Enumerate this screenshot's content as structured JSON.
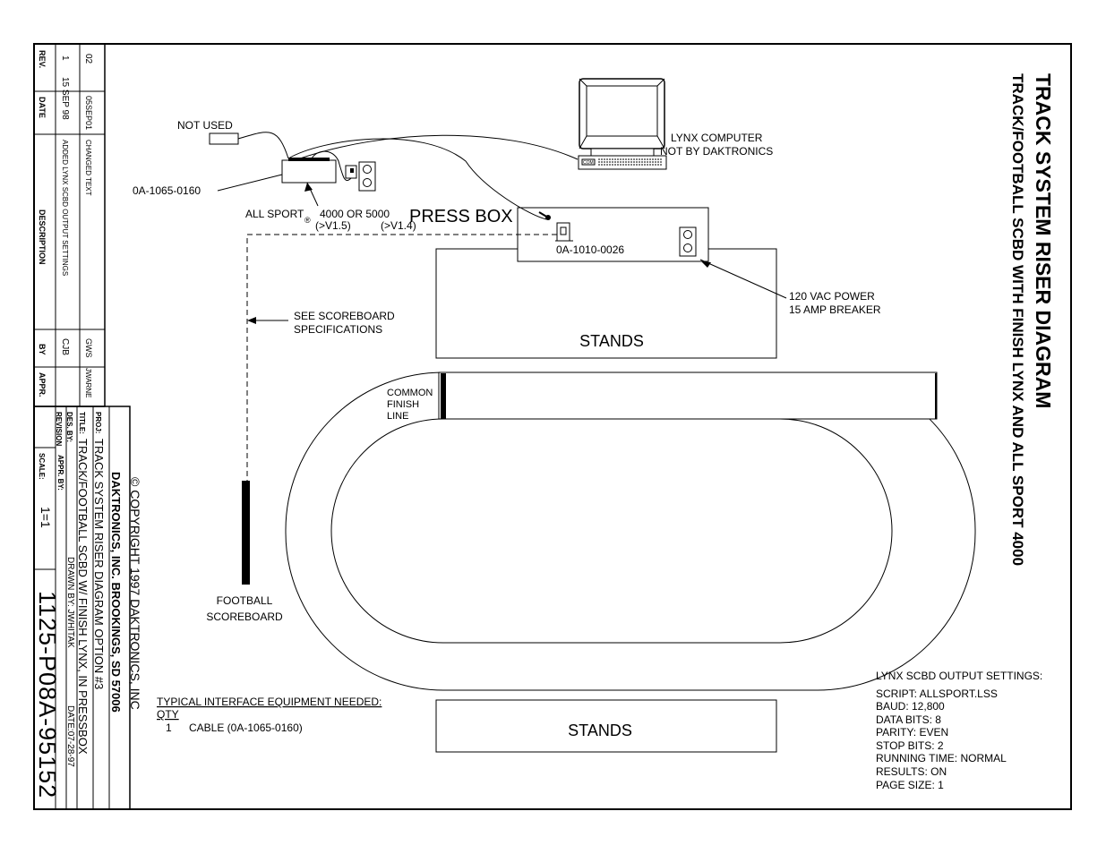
{
  "title": {
    "line1": "TRACK SYSTEM RISER DIAGRAM",
    "line2": "TRACK/FOOTBALL SCBD WITH FINISH LYNX AND ALL SPORT 4000"
  },
  "labels": {
    "not_used": "NOT USED",
    "cable_part": "0A-1065-0160",
    "all_sport_a": "ALL SPORT",
    "registered": "®",
    "all_sport_b": "4000 OR 5000",
    "version_1": "(>V1.5)",
    "version_2": "(>V1.4)",
    "press_box": "PRESS BOX",
    "press_box_part": "0A-1010-0026",
    "computer_1": "LYNX COMPUTER",
    "computer_2": "NOT BY DAKTRONICS",
    "com_port": "COM",
    "power_1": "120 VAC POWER",
    "power_2": "15 AMP BREAKER",
    "see_1": "SEE SCOREBOARD",
    "see_2": "SPECIFICATIONS",
    "stands_top": "STANDS",
    "stands_bottom": "STANDS",
    "finish_1": "COMMON",
    "finish_2": "FINISH",
    "finish_3": "LINE",
    "football_1": "FOOTBALL",
    "football_2": "SCOREBOARD"
  },
  "equipment": {
    "heading": "TYPICAL INTERFACE EQUIPMENT NEEDED:",
    "qty_header": "QTY",
    "items": [
      {
        "qty": "1",
        "desc": "CABLE (0A-1065-0160)"
      }
    ]
  },
  "settings": {
    "heading": "LYNX SCBD OUTPUT SETTINGS:",
    "lines": [
      "SCRIPT: ALLSPORT.LSS",
      "BAUD: 12,800",
      "DATA BITS: 8",
      "PARITY: EVEN",
      "STOP BITS: 2",
      "RUNNING TIME: NORMAL",
      "RESULTS: ON",
      "PAGE SIZE: 1"
    ]
  },
  "revisions": {
    "headers": {
      "rev": "REV.",
      "date": "DATE",
      "desc": "DESCRIPTION",
      "by": "BY",
      "appr": "APPR."
    },
    "rows": [
      {
        "rev": "1",
        "date": "15 SEP 98",
        "desc": "ADDED LYNX SCBD OUTPUT SETTINGS",
        "by": "CJB",
        "appr": ""
      },
      {
        "rev": "02",
        "date": "05SEP01",
        "desc": "CHANGED TEXT",
        "by": "GWS",
        "appr": "JWARNE"
      }
    ]
  },
  "title_block": {
    "copyright": "© COPYRIGHT 1997 DAKTRONICS, INC",
    "company": "DAKTRONICS, INC.  BROOKINGS, SD 57006",
    "proj_label": "PROJ:",
    "proj": "TRACK SYSTEM RISER DIAGRAM OPTION #3",
    "title_label": "TITLE:",
    "title": "TRACK/FOOTBALL SCBD W/ FINISH LYNX, IN PRESSBOX",
    "des_by": "DES. BY:",
    "drawn_by": "DRAWN BY: JWHITAK",
    "date": "DATE:07-28-97",
    "revision": "REVISION",
    "appr_by": "APPR. BY:",
    "scale_label": "SCALE:",
    "scale": "1=1",
    "drawing_number": "1125-P08A-95152"
  }
}
